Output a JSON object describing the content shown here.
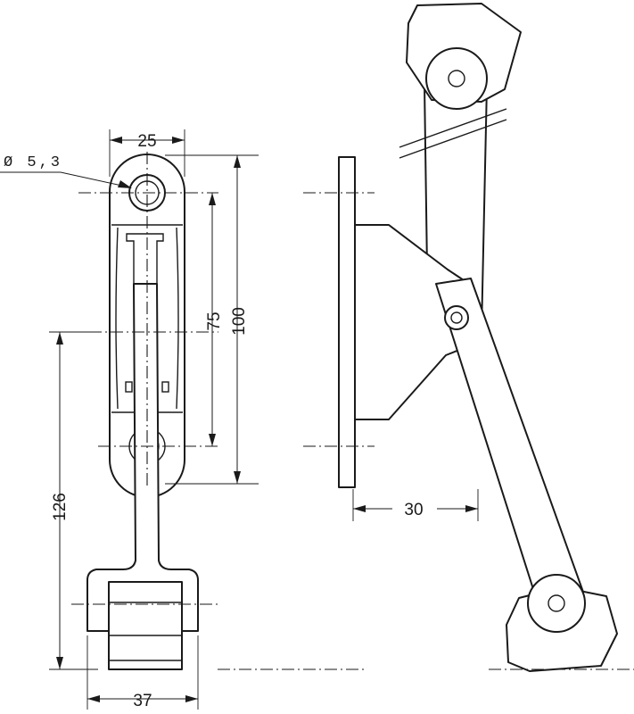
{
  "dimensions": {
    "top_width": "25",
    "hole_diameter": "Ø 5,3",
    "hole_spacing": "75",
    "overall_top": "100",
    "overall_left": "126",
    "foot_width": "37",
    "side_offset": "30"
  },
  "colors": {
    "line": "#1a1a1a",
    "background": "#ffffff"
  }
}
